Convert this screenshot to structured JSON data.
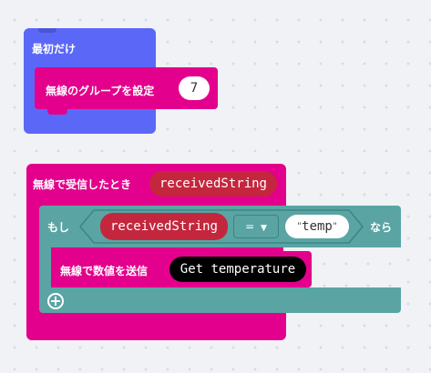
{
  "on_start": {
    "label": "最初だけ"
  },
  "set_group": {
    "label": "無線のグループを設定",
    "value": "7"
  },
  "on_received": {
    "label": "無線で受信したとき",
    "param": "receivedString"
  },
  "if_block": {
    "if_label": "もし",
    "then_label": "なら",
    "left_operand": "receivedString",
    "operator": "=",
    "dropdown_arrow": "▼",
    "right_operand": "temp",
    "quote_open": "\"",
    "quote_close": "\""
  },
  "send_block": {
    "label": "無線で数値を送信",
    "value": "Get temperature"
  },
  "add_icon": "plus-circle-icon",
  "colors": {
    "events_blue": "#5b67f7",
    "radio_magenta": "#e3008c",
    "logic_teal": "#5ba4a4",
    "variable_red": "#c4273d",
    "canvas_bg": "#f0f2f5"
  }
}
